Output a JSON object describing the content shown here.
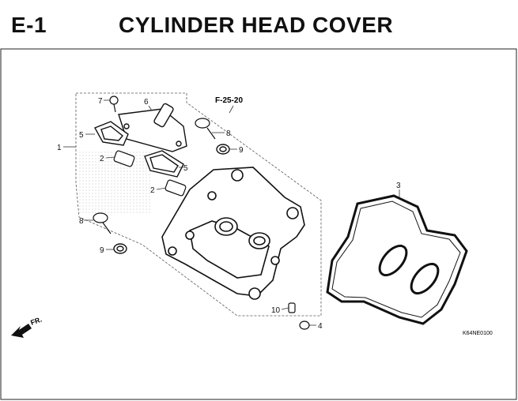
{
  "header": {
    "section_code": "E-1",
    "title": "CYLINDER HEAD COVER"
  },
  "reference": "F-25-20",
  "direction_label": "FR.",
  "drawing_code": "K64NE0100",
  "callouts": {
    "c1": "1",
    "c2a": "2",
    "c2b": "2",
    "c3": "3",
    "c4": "4",
    "c5a": "5",
    "c5b": "5",
    "c6": "6",
    "c7": "7",
    "c8a": "8",
    "c8b": "8",
    "c9a": "9",
    "c9b": "9",
    "c10": "10"
  }
}
